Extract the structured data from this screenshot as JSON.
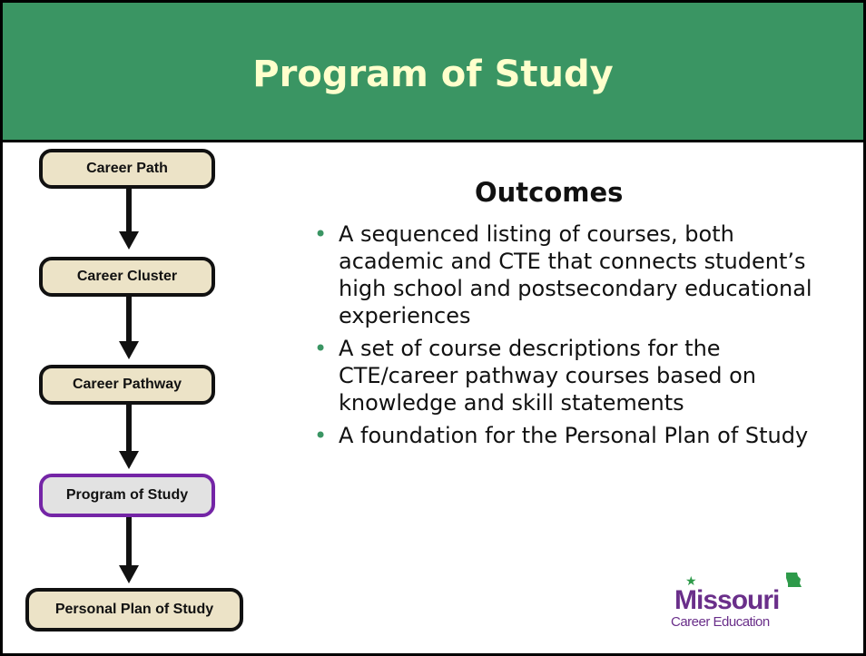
{
  "header": {
    "title": "Program of Study"
  },
  "flow": {
    "steps": [
      {
        "label": "Career Path"
      },
      {
        "label": "Career Cluster"
      },
      {
        "label": "Career Pathway"
      },
      {
        "label": "Program of Study"
      },
      {
        "label": "Personal Plan of Study"
      }
    ]
  },
  "outcomes": {
    "heading": "Outcomes",
    "bullets": [
      "A sequenced listing of courses, both academic and CTE that connects student’s high school and postsecondary educational experiences",
      "A set of course descriptions for the CTE/career pathway courses based on knowledge and skill statements",
      "A foundation for the Personal Plan of Study"
    ]
  },
  "logo": {
    "main": "Missouri",
    "sub": "Career Education"
  },
  "colors": {
    "header_bg": "#3a9563",
    "title_text": "#ffffcc",
    "box_fill": "#ece3c7",
    "active_border": "#7425a6",
    "bullet": "#3a9563",
    "logo": "#6a2f8a"
  }
}
